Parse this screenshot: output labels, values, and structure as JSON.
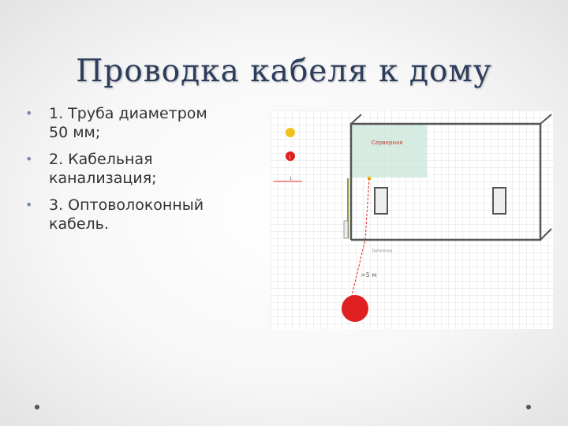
{
  "slide": {
    "title": "Проводка кабеля к дому",
    "bullets": [
      {
        "line1": "1. Труба диаметром",
        "line2": "50 мм;"
      },
      {
        "line1": "2. Кабельная",
        "line2": "канализация;"
      },
      {
        "line1": "3. Оптоволоконный",
        "line2": "кабель."
      }
    ]
  },
  "diagram": {
    "room_label": "Серверная",
    "distance_label": ">5 м",
    "small_label": "Труба/колод",
    "marker_label": "1",
    "scale_label": "1"
  },
  "colors": {
    "title": "#2c3c5c",
    "grid": "#d9d9d9",
    "room_fill": "#c9e6da",
    "cable": "#e02020",
    "pipe": "#8a9a3a",
    "yellow_marker": "#f0c020"
  }
}
